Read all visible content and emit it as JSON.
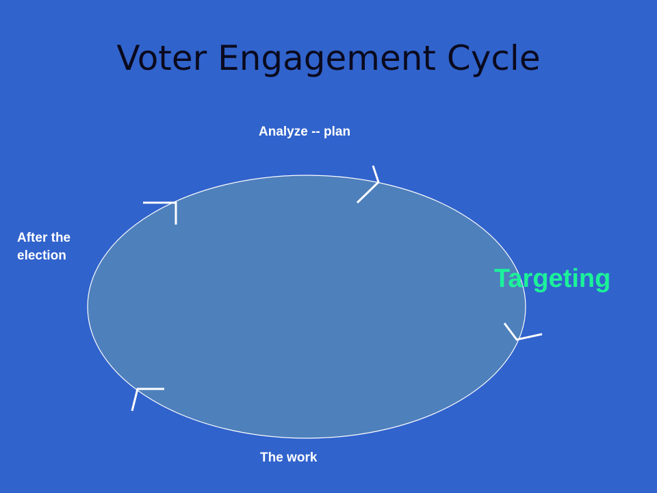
{
  "slide": {
    "title": "Voter Engagement Cycle"
  },
  "cycle": {
    "labels": {
      "analyze": "Analyze -- plan",
      "targeting": "Targeting",
      "the_work": "The work",
      "after_election": "After the election"
    }
  },
  "colors": {
    "background": "#3163cc",
    "ellipse_fill": "#4e80bc",
    "ellipse_stroke": "#ffffff",
    "title": "#0a0a1e",
    "label": "#ffffff",
    "highlight_label": "#1cf29a"
  }
}
